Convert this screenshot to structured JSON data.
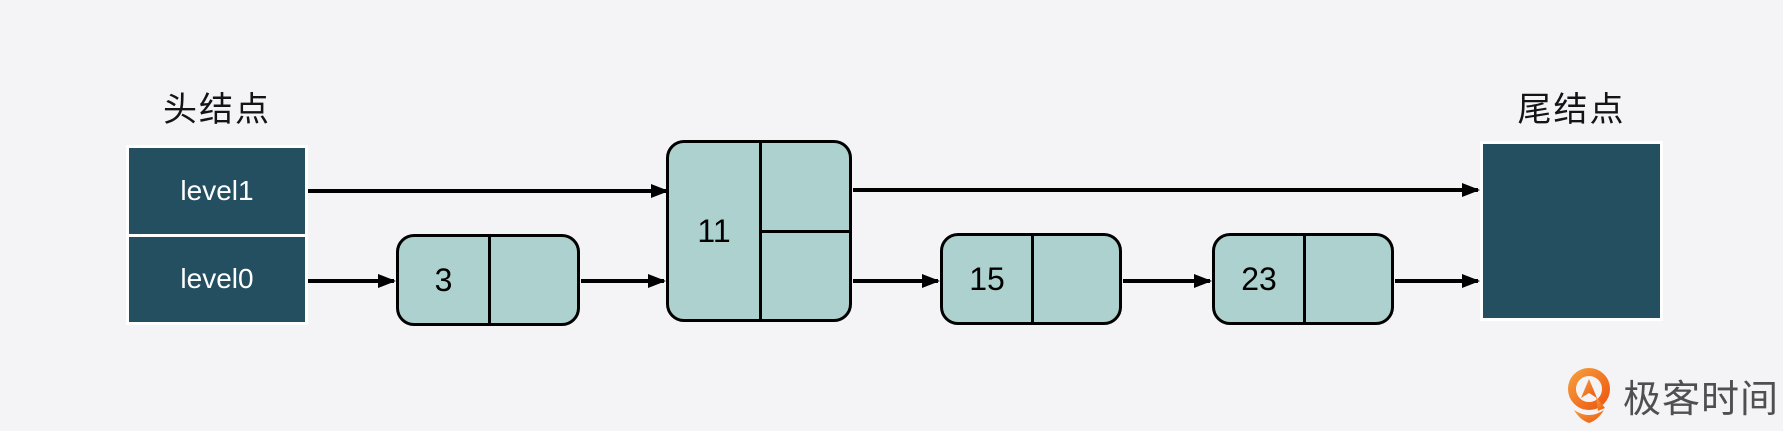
{
  "diagram": {
    "head": {
      "label": "头结点",
      "levels": [
        "level1",
        "level0"
      ]
    },
    "tail": {
      "label": "尾结点"
    },
    "nodes": [
      {
        "value": "3",
        "pointer_cells": 1
      },
      {
        "value": "11",
        "pointer_cells": 2
      },
      {
        "value": "15",
        "pointer_cells": 1
      },
      {
        "value": "23",
        "pointer_cells": 1
      }
    ]
  },
  "branding": {
    "logo_text": "极客时间"
  },
  "colors": {
    "background": "#f4f4f6",
    "dark_node": "#234f60",
    "light_node": "#add1cf",
    "node_border": "#000000",
    "arrow": "#000000",
    "head_text": "#ffffff",
    "label_text": "#141414",
    "logo_orange": "#f0681c",
    "logo_text_color": "#4f4f4f"
  }
}
